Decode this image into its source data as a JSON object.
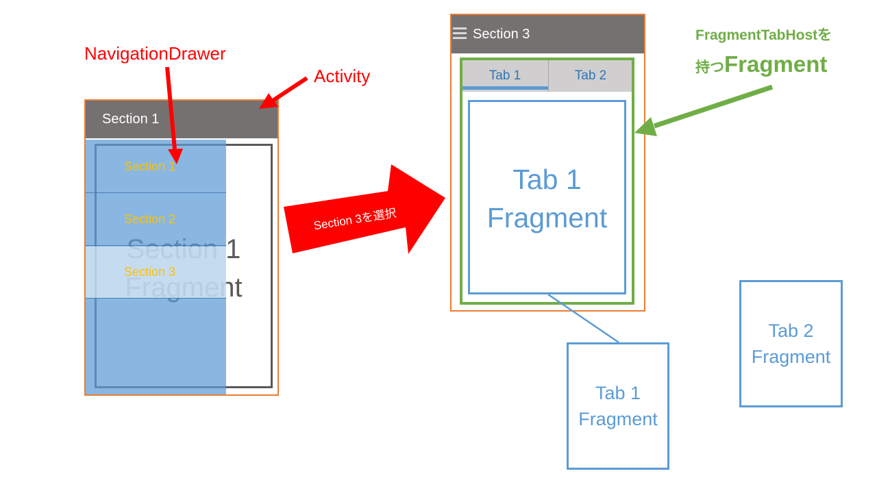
{
  "left_activity": {
    "toolbar_title": "Section 1",
    "fragment_text": [
      "Section 1",
      "Fragment"
    ],
    "drawer_items": [
      "Section 1",
      "Section 2",
      "Section 3"
    ]
  },
  "labels": {
    "navigation_drawer": "NavigationDrawer",
    "activity": "Activity",
    "select_arrow": "Section 3を選択",
    "tabhost_line1": "FragmentTabHostを",
    "tabhost_line2_prefix": "持つ",
    "tabhost_line2_main": "Fragment"
  },
  "right_activity": {
    "toolbar_title": "Section 3",
    "tabs": [
      "Tab 1",
      "Tab 2"
    ],
    "fragment_text": [
      "Tab 1",
      "Fragment"
    ]
  },
  "detached_fragments": [
    {
      "text": [
        "Tab 1",
        "Fragment"
      ]
    },
    {
      "text": [
        "Tab 2",
        "Fragment"
      ]
    }
  ],
  "colors": {
    "red": "#FF0000",
    "orange": "#ED7D31",
    "green": "#70AD47",
    "blue": "#5B9BD5",
    "toolbar": "#767171",
    "drawer_text": "#FFC000"
  }
}
